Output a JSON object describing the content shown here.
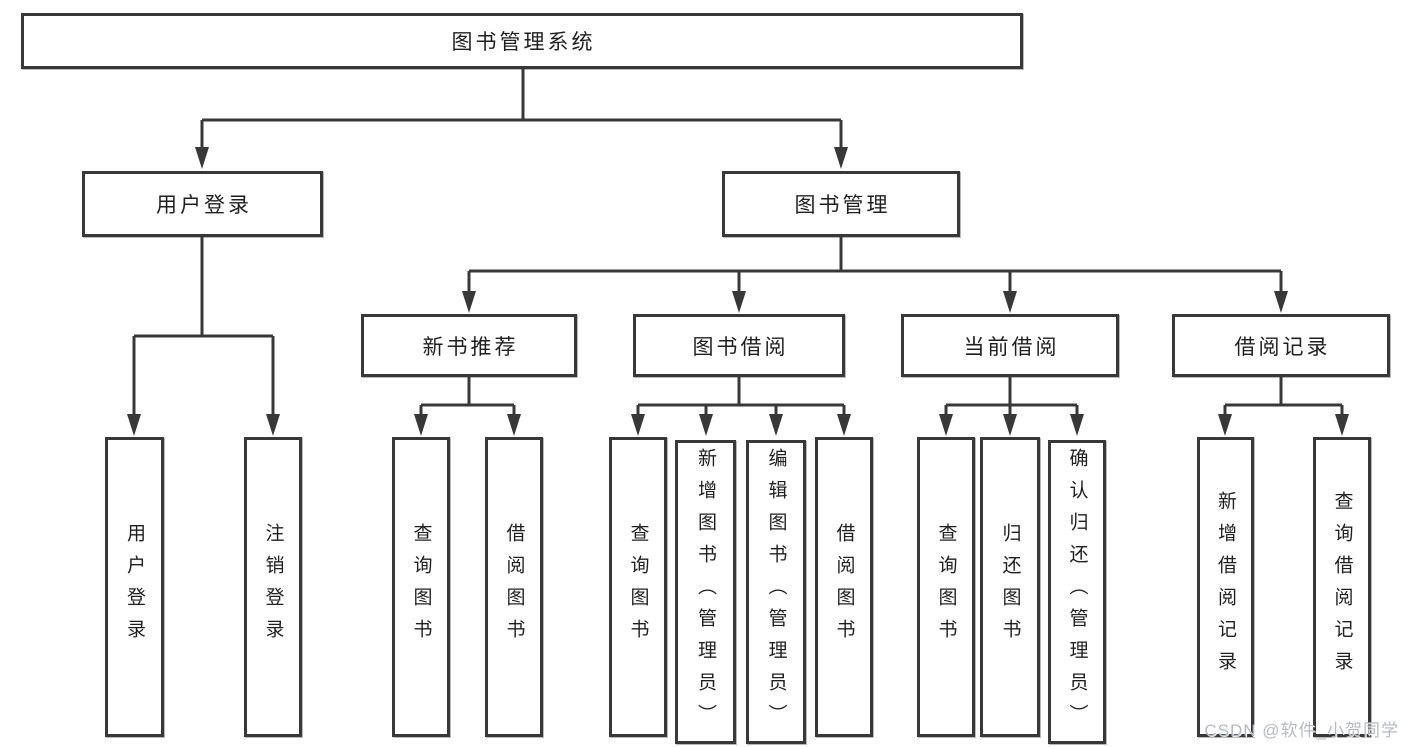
{
  "tree": {
    "label": "图书管理系统",
    "children": [
      {
        "label": "用户登录",
        "children": [
          {
            "label": "用户登录"
          },
          {
            "label": "注销登录"
          }
        ]
      },
      {
        "label": "图书管理",
        "children": [
          {
            "label": "新书推荐",
            "children": [
              {
                "label": "查询图书"
              },
              {
                "label": "借阅图书"
              }
            ]
          },
          {
            "label": "图书借阅",
            "children": [
              {
                "label": "查询图书"
              },
              {
                "label": "新增图书（管理员）"
              },
              {
                "label": "编辑图书（管理员）"
              },
              {
                "label": "借阅图书"
              }
            ]
          },
          {
            "label": "当前借阅",
            "children": [
              {
                "label": "查询图书"
              },
              {
                "label": "归还图书"
              },
              {
                "label": "确认归还（管理员）"
              }
            ]
          },
          {
            "label": "借阅记录",
            "children": [
              {
                "label": "新增借阅记录"
              },
              {
                "label": "查询借阅记录"
              }
            ]
          }
        ]
      }
    ]
  },
  "watermark": {
    "text": "CSDN @软件_小贺同学"
  },
  "colors": {
    "background": "#ffffff",
    "line": "#383838",
    "box_border": "#383838",
    "text": "#1f1f1f",
    "watermark": "#b6bac0"
  }
}
